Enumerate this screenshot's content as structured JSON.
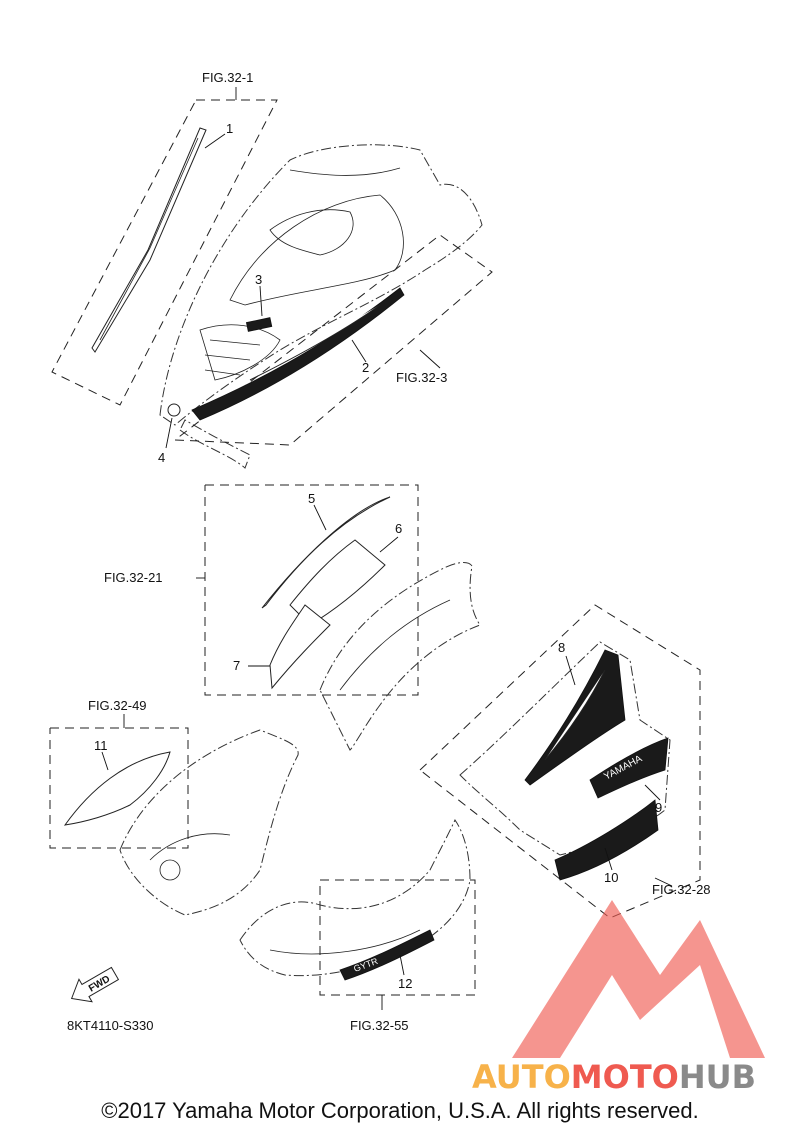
{
  "figure_refs": {
    "fig_32_1": "FIG.32-1",
    "fig_32_3": "FIG.32-3",
    "fig_32_21": "FIG.32-21",
    "fig_32_49": "FIG.32-49",
    "fig_32_28": "FIG.32-28",
    "fig_32_55": "FIG.32-55"
  },
  "callouts": {
    "c1": "1",
    "c2": "2",
    "c3": "3",
    "c4": "4",
    "c5": "5",
    "c6": "6",
    "c7": "7",
    "c8": "8",
    "c9": "9",
    "c10": "10",
    "c11": "11",
    "c12": "12"
  },
  "drawing_code": "8KT4110-S330",
  "fwd_label": "FWD",
  "decal_texts": {
    "brand": "YAMAHA",
    "model": "GYTR"
  },
  "watermark": {
    "part1": "AUTO",
    "part2": "MOTO",
    "part3": "HUB"
  },
  "copyright": "©2017 Yamaha Motor Corporation, U.S.A. All rights reserved.",
  "colors": {
    "watermark_red": "#ef5a50",
    "watermark_orange": "#f7b24a",
    "watermark_gray": "#8a8a8a",
    "line": "#222222"
  }
}
